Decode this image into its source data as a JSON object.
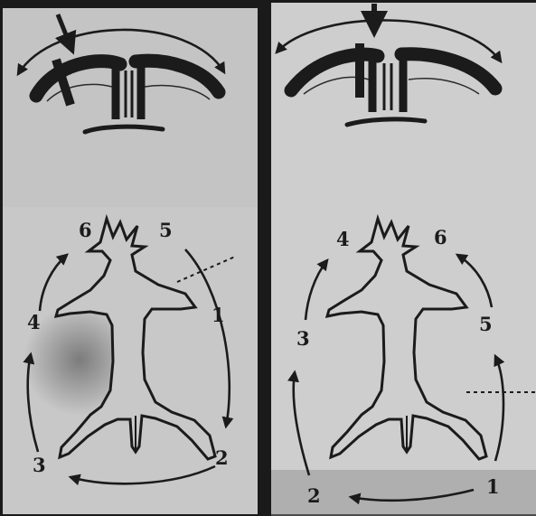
{
  "left_panel": {
    "labels": {
      "n1": "1",
      "n2": "2",
      "n3": "3",
      "n4": "4",
      "n5": "5",
      "n6": "6"
    }
  },
  "right_panel": {
    "labels": {
      "n1": "1",
      "n2": "2",
      "n3": "3",
      "n4": "4",
      "n5": "5",
      "n6": "6"
    }
  },
  "colors": {
    "paper_left": "#c8c8c8",
    "paper_right": "#cecece",
    "ink": "#1b1b1b",
    "border": "#1a1a1a"
  }
}
